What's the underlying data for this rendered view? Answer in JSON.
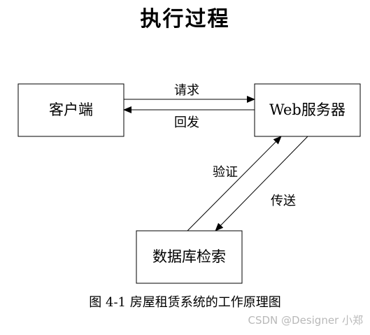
{
  "title": "执行过程",
  "nodes": {
    "client": "客户端",
    "web_server": "Web服务器",
    "db_search": "数据库检索"
  },
  "edges": {
    "request": "请求",
    "response": "回发",
    "verify": "验证",
    "transfer": "传送"
  },
  "caption": "图 4-1 房屋租赁系统的工作原理图",
  "watermark": "CSDN @Designer 小郑"
}
